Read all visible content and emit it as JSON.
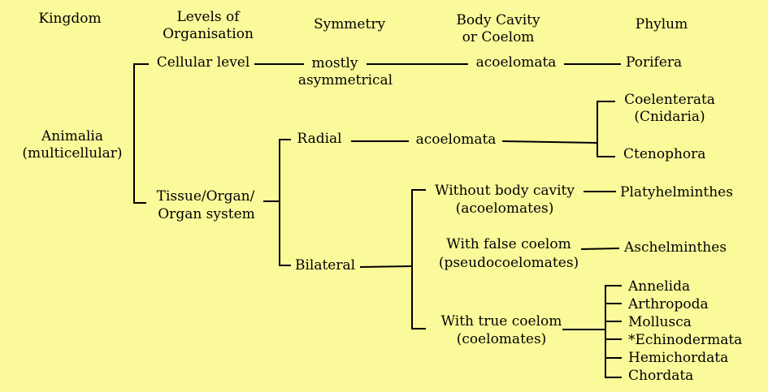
{
  "headers": {
    "kingdom": "Kingdom",
    "levels": [
      "Levels of",
      "Organisation"
    ],
    "symmetry": "Symmetry",
    "body_cavity": [
      "Body Cavity",
      "or Coelom"
    ],
    "phylum": "Phylum"
  },
  "kingdom": [
    "Animalia",
    "(multicellular)"
  ],
  "levels": {
    "cellular": "Cellular level",
    "tissue": [
      "Tissue/Organ/",
      "Organ system"
    ]
  },
  "symmetry": {
    "mostly": [
      "mostly",
      "asymmetrical"
    ],
    "radial": "Radial",
    "bilateral": "Bilateral"
  },
  "coelom": {
    "cellular": "acoelomata",
    "radial": "acoelomata",
    "without": [
      "Without body cavity",
      "(acoelomates)"
    ],
    "false": [
      "With false coelom",
      "(pseudocoelomates)"
    ],
    "true": [
      "With true coelom",
      "(coelomates)"
    ]
  },
  "phyla": {
    "porifera": "Porifera",
    "coelenterata": [
      "Coelenterata",
      "(Cnidaria)"
    ],
    "ctenophora": "Ctenophora",
    "platyhelminthes": "Platyhelminthes",
    "aschelminthes": "Aschelminthes",
    "coelomates": [
      "Annelida",
      "Arthropoda",
      "Mollusca",
      "*Echinodermata",
      "Hemichordata",
      "Chordata"
    ]
  },
  "colors": {
    "background": "#fafa9b",
    "line": "#000000"
  }
}
